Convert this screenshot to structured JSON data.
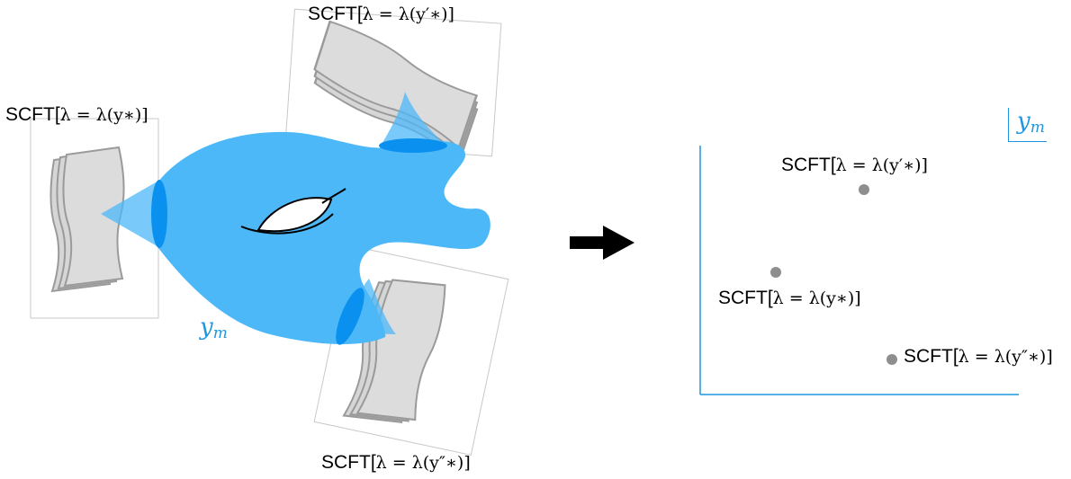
{
  "colors": {
    "surface": "#4cb8f8",
    "disk": "#0a90ee",
    "accent": "#1f96e0",
    "sheet_fill": "#d6d6d6",
    "sheet_stroke": "#9a9a9a",
    "point": "#8e8e8e",
    "arrow": "#000000"
  },
  "labels": {
    "lambda_ystar": {
      "prefix": "SCFT[",
      "formula": "λ = λ(y∗)]"
    },
    "lambda_yprime": {
      "prefix": "SCFT[",
      "formula": "λ = λ(y′∗)]"
    },
    "lambda_ydouble": {
      "prefix": "SCFT[",
      "formula": "λ = λ(y″∗)]"
    }
  },
  "coupling_symbol": {
    "base": "y",
    "sub": "m"
  },
  "icons": {
    "transition": "right-arrow-icon",
    "point": "point-dot-icon"
  }
}
